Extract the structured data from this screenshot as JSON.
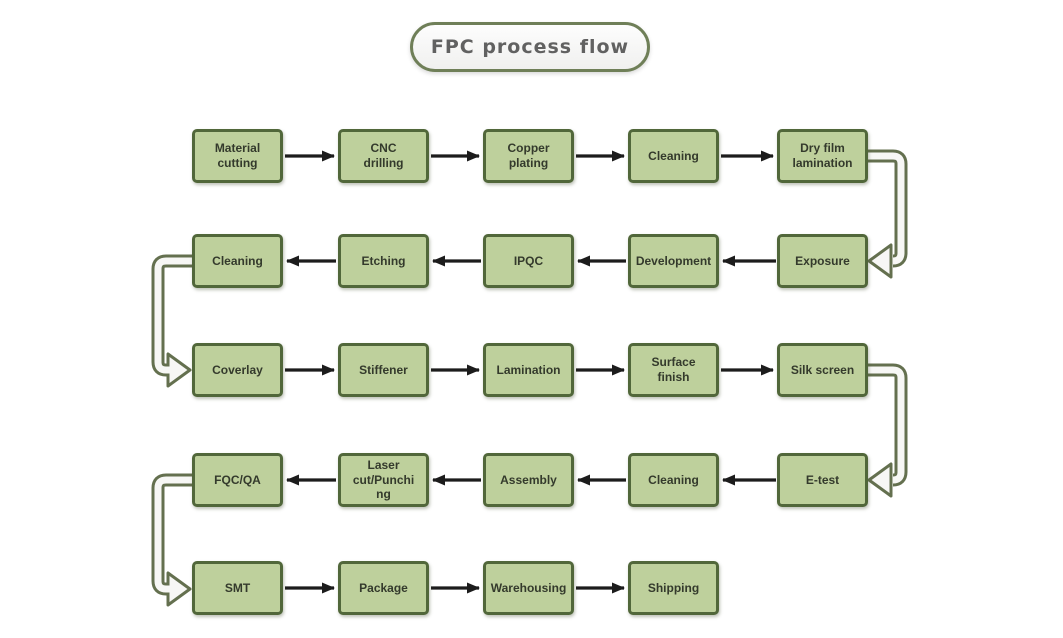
{
  "title": {
    "label": "FPC process flow"
  },
  "colors": {
    "node_fill": "#bed09c",
    "node_border": "#51673a",
    "node_text": "#343a2c",
    "arrow": "#1c1c1c",
    "connector_outline": "#64704f",
    "connector_fill": "#f7f7f5",
    "title_border": "#6f7f58",
    "title_text": "#616161"
  },
  "diagram": {
    "rows": [
      {
        "direction": "right",
        "nodes": [
          {
            "label": "Material\ncutting"
          },
          {
            "label": "CNC\ndrilling"
          },
          {
            "label": "Copper\nplating"
          },
          {
            "label": "Cleaning"
          },
          {
            "label": "Dry film\nlamination"
          }
        ]
      },
      {
        "direction": "left",
        "nodes": [
          {
            "label": "Cleaning"
          },
          {
            "label": "Etching"
          },
          {
            "label": "IPQC"
          },
          {
            "label": "Development"
          },
          {
            "label": "Exposure"
          }
        ]
      },
      {
        "direction": "right",
        "nodes": [
          {
            "label": "Coverlay"
          },
          {
            "label": "Stiffener"
          },
          {
            "label": "Lamination"
          },
          {
            "label": "Surface\nfinish"
          },
          {
            "label": "Silk screen"
          }
        ]
      },
      {
        "direction": "left",
        "nodes": [
          {
            "label": "FQC/QA"
          },
          {
            "label": "Laser\ncut/Punchi\nng"
          },
          {
            "label": "Assembly"
          },
          {
            "label": "Cleaning"
          },
          {
            "label": "E-test"
          }
        ]
      },
      {
        "direction": "right",
        "nodes": [
          {
            "label": "SMT"
          },
          {
            "label": "Package"
          },
          {
            "label": "Warehousing"
          },
          {
            "label": "Shipping"
          }
        ]
      }
    ],
    "loop_connectors": [
      {
        "from": "Dry film lamination",
        "to": "Exposure",
        "side": "right"
      },
      {
        "from": "Cleaning",
        "to": "Coverlay",
        "side": "left"
      },
      {
        "from": "Silk screen",
        "to": "E-test",
        "side": "right"
      },
      {
        "from": "FQC/QA",
        "to": "SMT",
        "side": "left"
      }
    ]
  }
}
